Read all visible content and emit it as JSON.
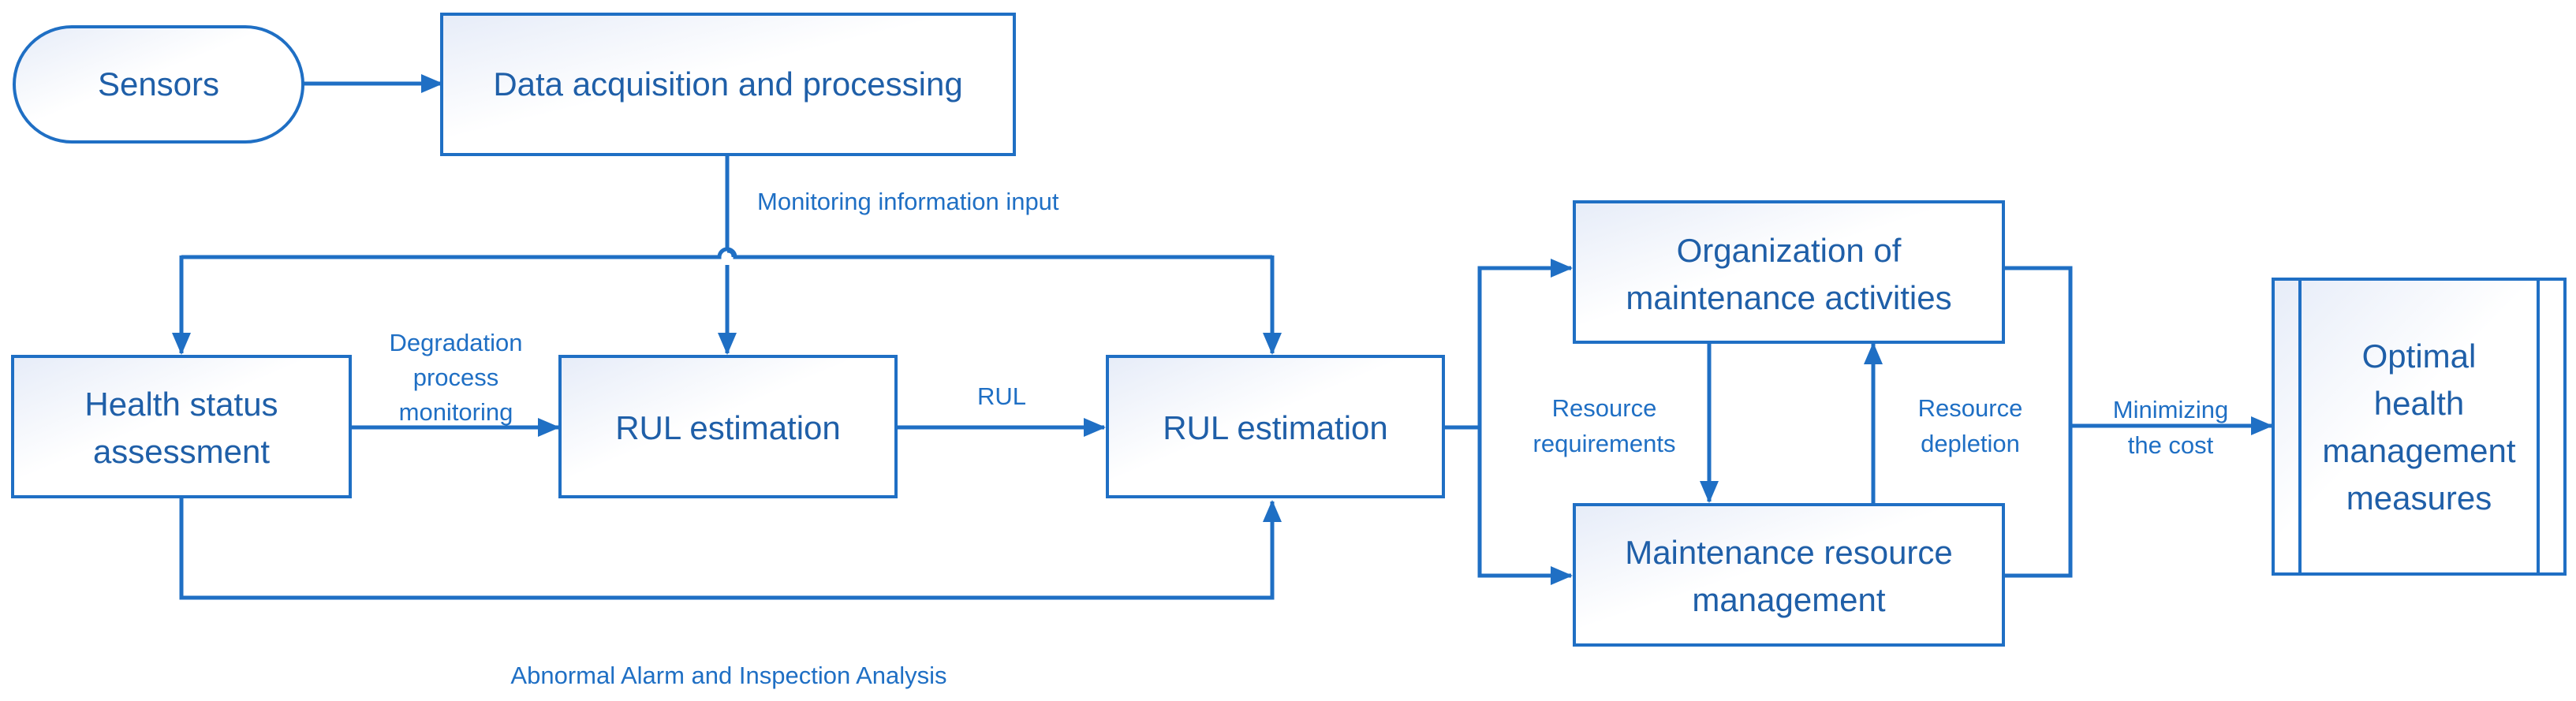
{
  "nodes": {
    "sensors": "Sensors",
    "data_acquisition": "Data acquisition and processing",
    "health_status_1": "Health status",
    "health_status_2": "assessment",
    "rul_estimation_left": "RUL estimation",
    "rul_estimation_right": "RUL estimation",
    "organization_1": "Organization of",
    "organization_2": "maintenance activities",
    "resource_mgmt_1": "Maintenance resource",
    "resource_mgmt_2": "management",
    "optimal_1": "Optimal",
    "optimal_2": "health",
    "optimal_3": "management",
    "optimal_4": "measures"
  },
  "edge_labels": {
    "monitoring_input": "Monitoring information input",
    "degradation_1": "Degradation",
    "degradation_2": "process",
    "degradation_3": "monitoring",
    "rul": "RUL",
    "resource_requirements_1": "Resource",
    "resource_requirements_2": "requirements",
    "resource_depletion_1": "Resource",
    "resource_depletion_2": "depletion",
    "minimizing_1": "Minimizing",
    "minimizing_2": "the cost",
    "abnormal_alarm": "Abnormal Alarm and Inspection Analysis"
  },
  "colors": {
    "stroke": "#1f6fc4",
    "text": "#1f5fa8",
    "box_fill_start": "#e9eef8",
    "box_fill_end": "#ffffff"
  }
}
